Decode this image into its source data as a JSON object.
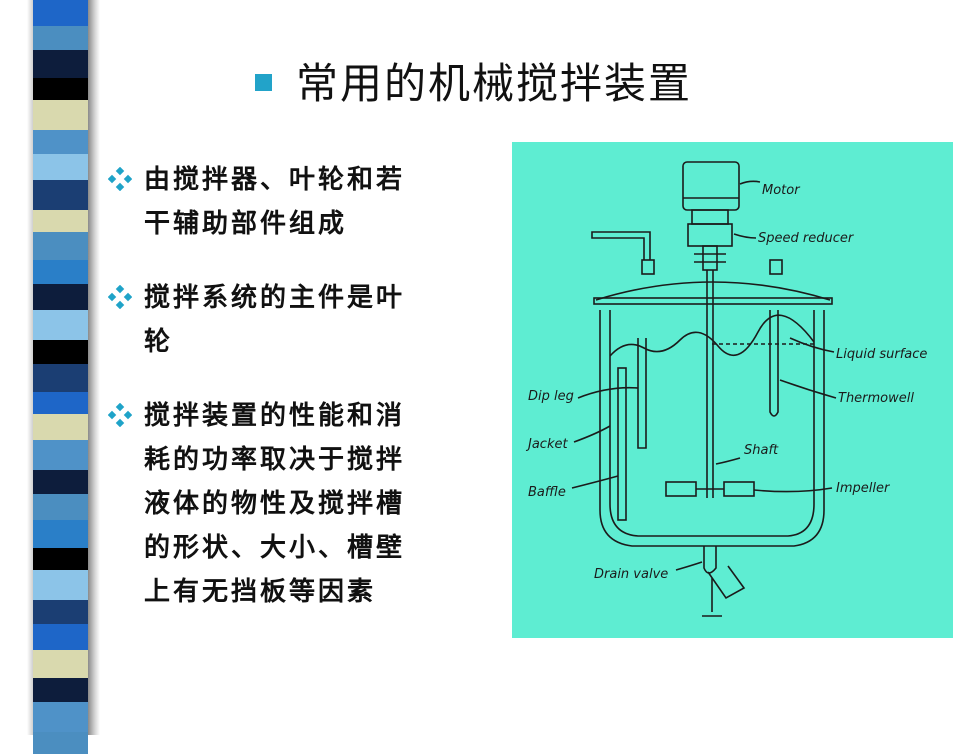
{
  "slide": {
    "title": "常用的机械搅拌装置",
    "bullets": [
      {
        "lines": [
          "由搅拌器、叶轮和若",
          "干辅助部件组成"
        ]
      },
      {
        "lines": [
          "搅拌系统的主件是叶",
          "轮"
        ]
      },
      {
        "lines": [
          "搅拌装置的性能和消",
          "耗的功率取决于搅拌",
          "液体的物性及搅拌槽",
          "的形状、大小、槽壁",
          "上有无挡板等因素"
        ]
      }
    ]
  },
  "diagram": {
    "labels": {
      "motor": "Motor",
      "speed_reducer": "Speed reducer",
      "liquid_surface": "Liquid surface",
      "thermowell": "Thermowell",
      "dip_leg": "Dip leg",
      "jacket": "Jacket",
      "shaft": "Shaft",
      "baffle": "Baffle",
      "impeller": "Impeller",
      "drain_valve": "Drain valve"
    }
  },
  "colors": {
    "title_bullet": "#22a3c9",
    "bullet_mark": "#1fa3c8",
    "diagram_bg": "#5eedd2",
    "stripes": [
      "#1e66c8",
      "#4b8ec0",
      "#0d1d3c",
      "#000000",
      "#d9d9ae",
      "#4f92c8",
      "#8cc4e8",
      "#1b3e73",
      "#2a7fc8"
    ]
  },
  "icons": {
    "title_bullet": "square-bullet-icon",
    "list_bullet": "diamond-bullet-icon"
  }
}
